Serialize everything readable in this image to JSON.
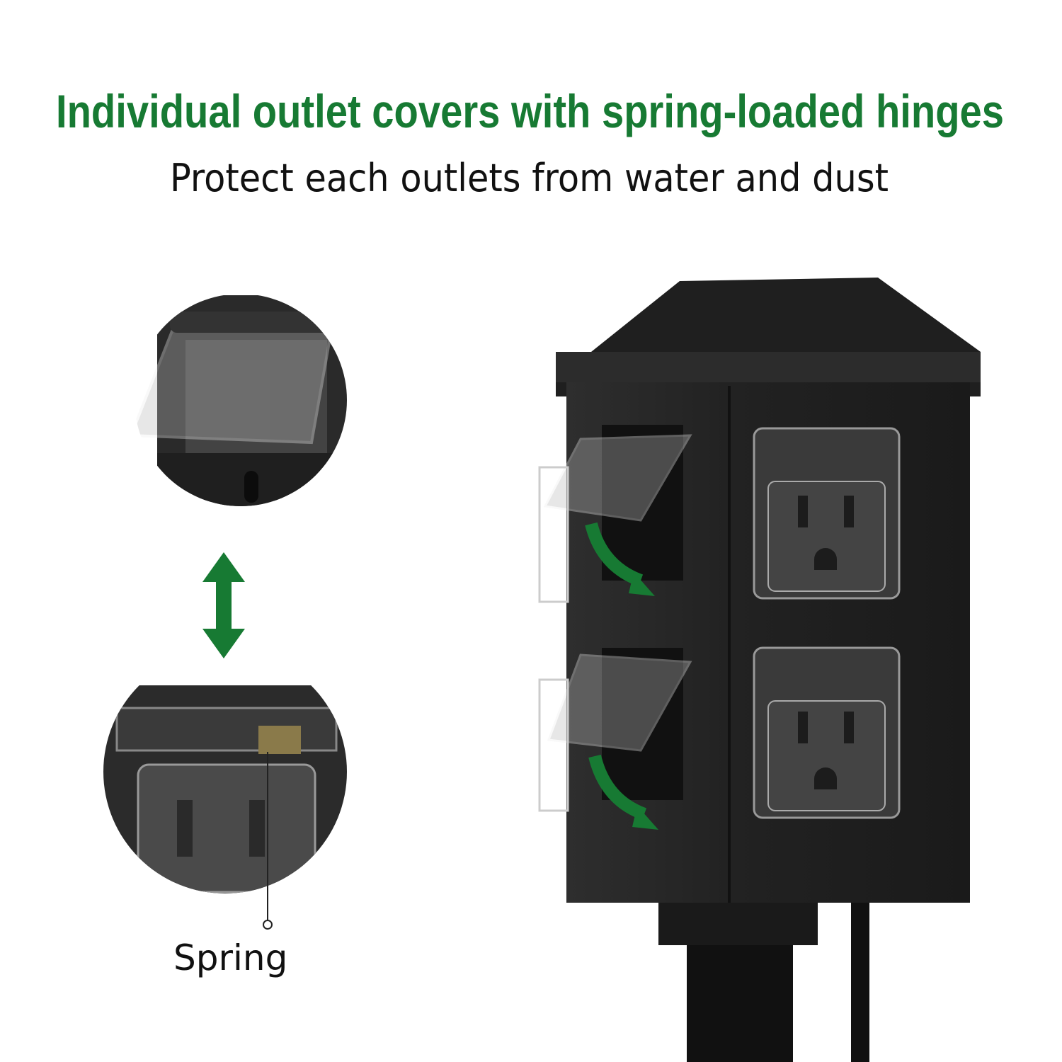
{
  "headline": "Individual outlet covers with spring-loaded hinges",
  "subheadline": "Protect each outlets from water and dust",
  "callout_label": "Spring",
  "colors": {
    "accent_green": "#177a33",
    "product_body": "#262626",
    "text": "#111111"
  },
  "icons": [
    "double-arrow-vertical",
    "curved-arrow-down"
  ]
}
